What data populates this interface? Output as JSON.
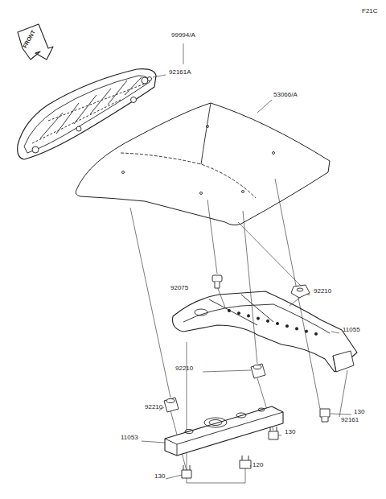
{
  "diagram": {
    "labels": [
      "F21C",
      "FRONT",
      "99994/A",
      "92161A",
      "53066/A",
      "92075",
      "92210",
      "11055",
      "92210",
      "92161",
      "130",
      "92210",
      "11053",
      "130",
      "120",
      "130"
    ]
  }
}
